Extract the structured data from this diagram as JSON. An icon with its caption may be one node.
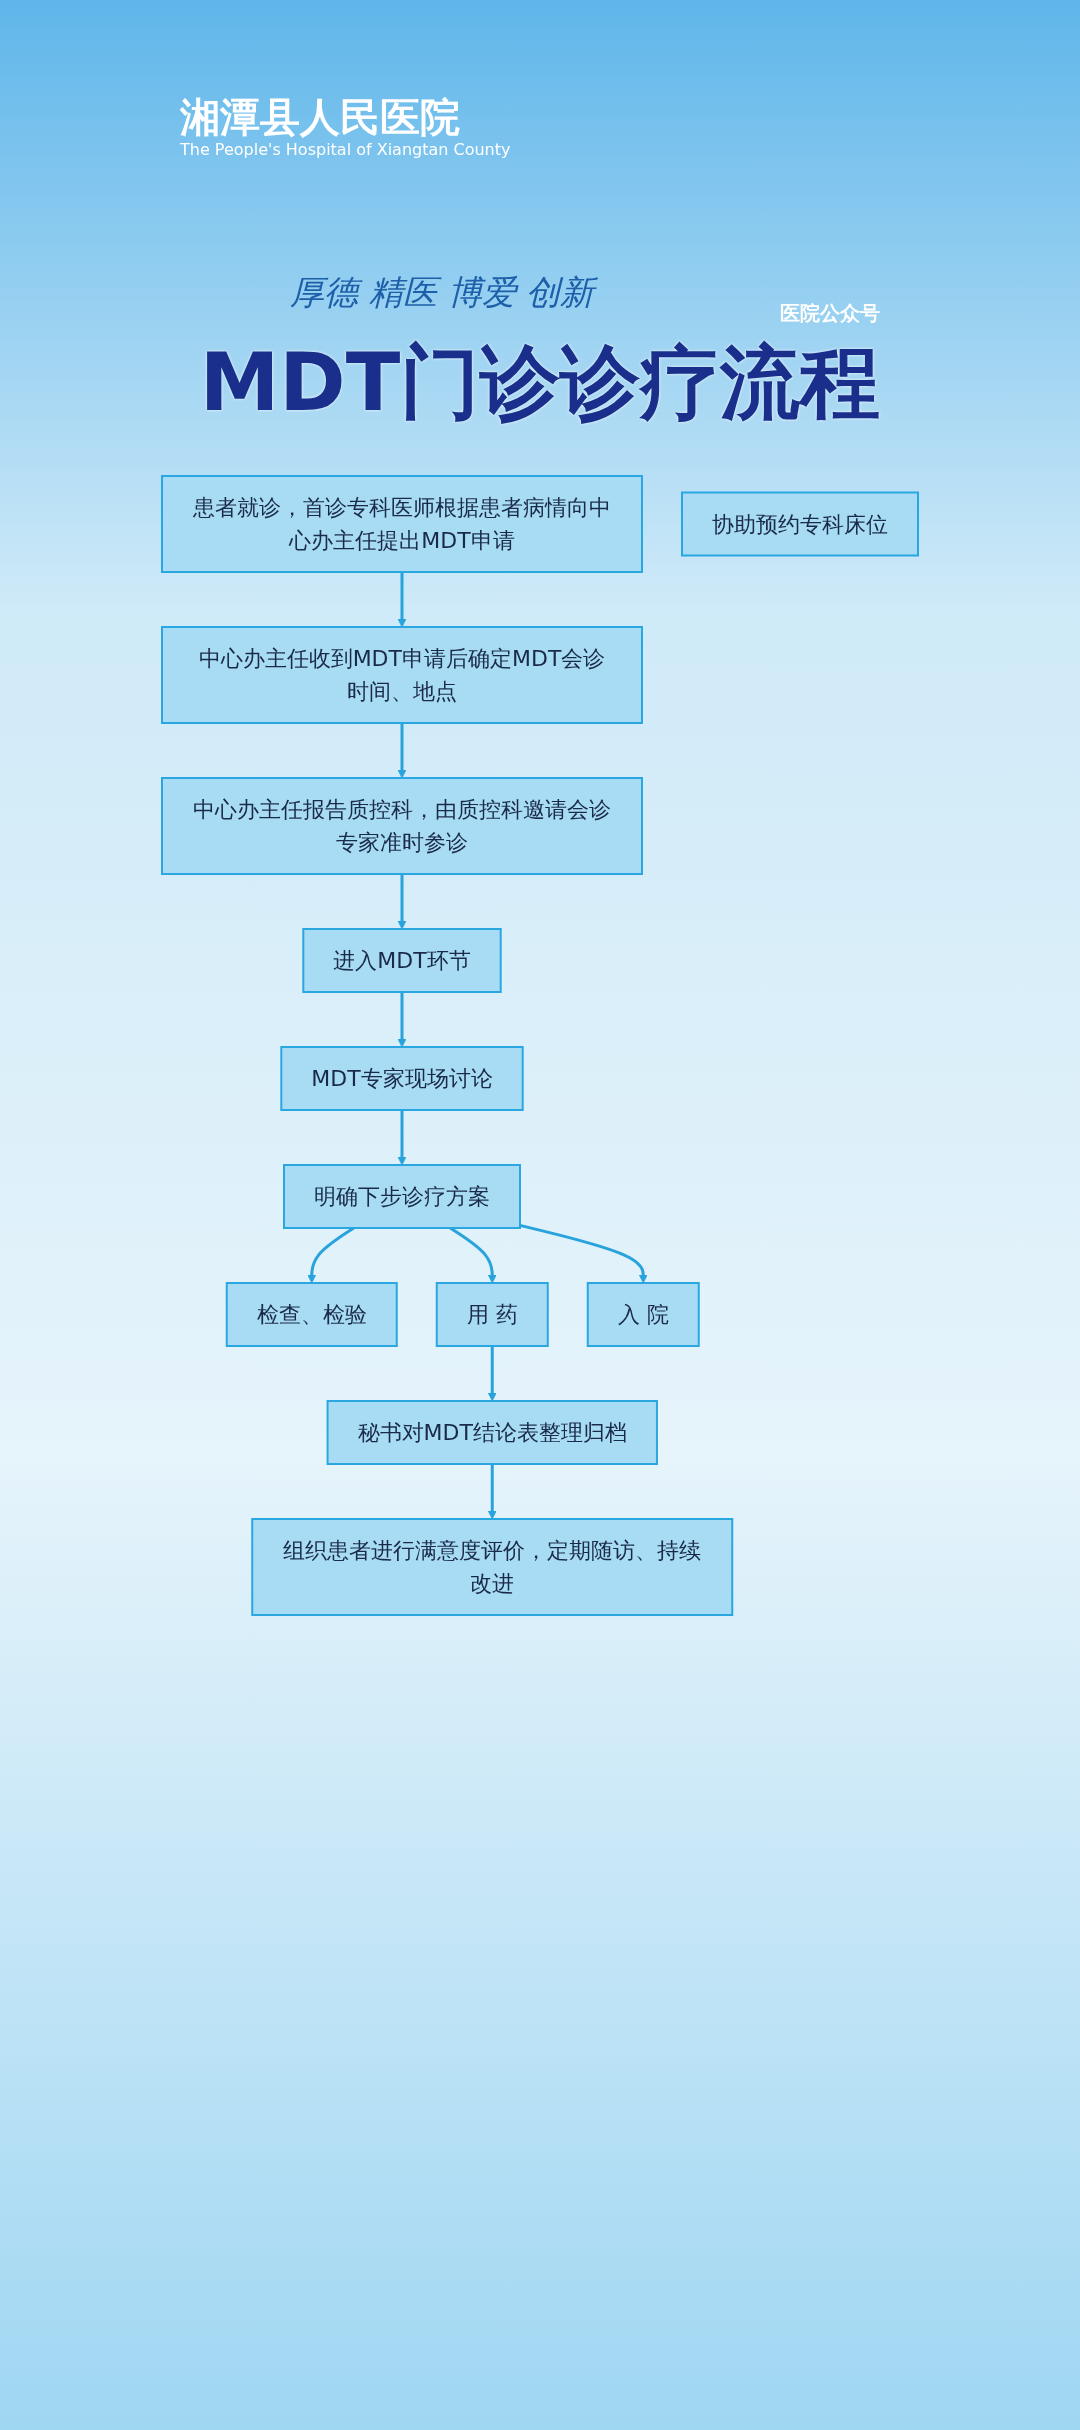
{
  "diagram": {
    "title": "MDT门诊诊疗流程",
    "nodes": [
      {
        "text": [
          "患者就诊，首诊专科医师根据患者病情向中心办主任提出MDT申请"
        ]
      },
      {
        "text": [
          "中心办主任收到MDT申请后确定MDT会诊时间、地点"
        ]
      },
      {
        "text": [
          "中心办主任报告质控科，由质控科邀请会诊专家准时参诊"
        ]
      },
      {
        "text": [
          "进入MDT环节"
        ]
      },
      {
        "text": [
          "MDT专家现场讨论"
        ]
      },
      {
        "text": [
          "明确下步诊疗方案"
        ]
      },
      {
        "text": [
          "检查、检验"
        ]
      },
      {
        "text": [
          "用 药"
        ]
      },
      {
        "text": [
          "入 院"
        ]
      },
      {
        "text": [
          "秘书对MDT结论表整理归档"
        ]
      },
      {
        "text": [
          "组织患者进行满意度评价，定期随访、持续改进"
        ]
      },
      {
        "text": [
          "协助预约专科床位"
        ]
      }
    ],
    "edges": [
      {
        "from": 0,
        "to": 1,
        "arrow": "to"
      },
      {
        "from": 1,
        "to": 2,
        "arrow": "to"
      },
      {
        "from": 2,
        "to": 3,
        "arrow": "to"
      },
      {
        "from": 3,
        "to": 4,
        "arrow": "to"
      },
      {
        "from": 4,
        "to": 5,
        "arrow": "to"
      },
      {
        "from": 5,
        "to": 6,
        "arrow": "to"
      },
      {
        "from": 5,
        "to": 7,
        "arrow": "to"
      },
      {
        "from": 5,
        "to": 8,
        "arrow": "to"
      },
      {
        "from": 7,
        "to": 9,
        "arrow": "to"
      },
      {
        "from": 9,
        "to": 10,
        "arrow": "to"
      }
    ],
    "labels": [
      "湘潭县人民医院",
      "The People's Hospital of Xiangtan County",
      "厚德 精医 博爱 创新",
      "医院公众号"
    ]
  }
}
